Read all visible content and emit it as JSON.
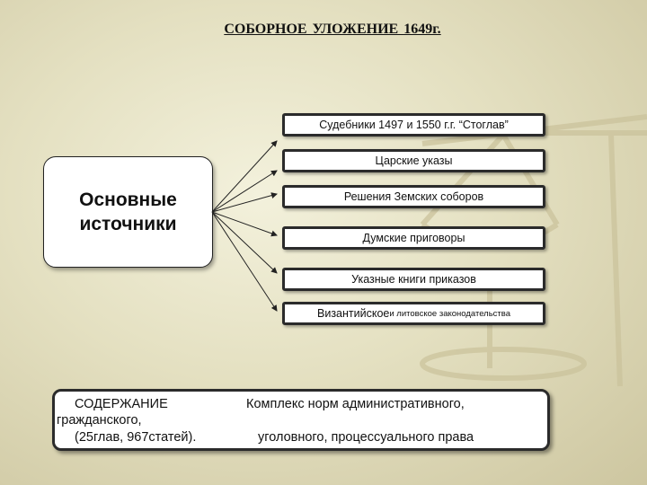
{
  "title": "СОБОРНОЕ  УЛОЖЕНИЕ  1649г.",
  "main_box": {
    "line1": "Основные",
    "line2": "источники"
  },
  "sources": [
    {
      "label": "Судебники 1497 и 1550 г.г. “Стоглав”"
    },
    {
      "label": "Царские указы"
    },
    {
      "label": "Решения Земских соборов"
    },
    {
      "label": "Думские приговоры"
    },
    {
      "label": "Указные книги приказов"
    },
    {
      "label": "Византийское",
      "label_small": " и литовское законодательства"
    }
  ],
  "content": {
    "heading": "СОДЕРЖАНИЕ",
    "description_line1": "Комплекс норм административного,",
    "description_line2": "гражданского,",
    "chapters": "(25глав, 967статей).",
    "description_line3": "уголовного, процессуального права"
  },
  "colors": {
    "background": "#e4e0c1",
    "border": "#2b2b2b",
    "box_fill": "#ffffff"
  },
  "icons": [
    "scales-watermark",
    "arrow-icon"
  ]
}
